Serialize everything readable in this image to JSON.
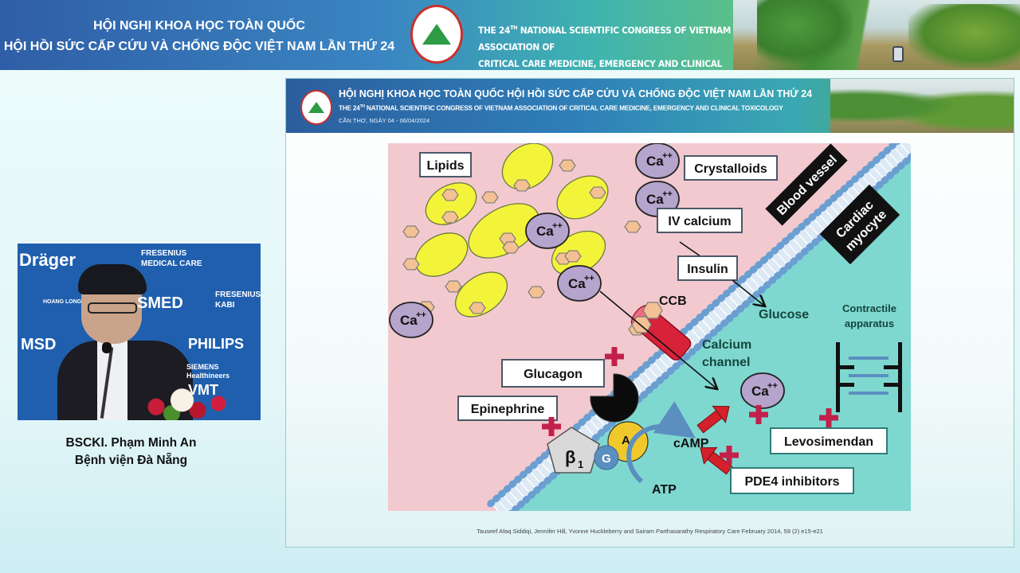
{
  "banner": {
    "vn_title_line1": "HỘI NGHỊ KHOA HỌC TOÀN QUỐC",
    "vn_title_line2": "HỘI HỒI SỨC CẤP CỨU VÀ CHỐNG ĐỘC VIỆT NAM LẦN THỨ 24",
    "en_title_line1_pre": "THE 24",
    "en_title_line1_sup": "TH",
    "en_title_line1_post": " NATIONAL SCIENTIFIC CONGRESS OF VIETNAM ASSOCIATION OF",
    "en_title_line2": "CRITICAL CARE MEDICINE, EMERGENCY AND CLINICAL TOXICOLOGY",
    "logo_icon": "association-logo-icon"
  },
  "speaker": {
    "name": "BSCKI. Phạm Minh An",
    "affiliation": "Bệnh viện Đà Nẵng",
    "backdrop_sponsors": [
      "Dräger",
      "FRESENIUS MEDICAL CARE",
      "HOANG LONG",
      "SMED",
      "FRESENIUS KABI",
      "MSD",
      "PHILIPS",
      "SIEMENS Healthineers",
      "VMT"
    ]
  },
  "slide": {
    "header_line1": "HỘI NGHỊ KHOA HỌC TOÀN QUỐC HỘI HỒI SỨC CẤP CỨU VÀ CHỐNG ĐỘC VIỆT NAM LẦN THỨ 24",
    "header_line2_pre": "THE 24",
    "header_line2_sup": "TH",
    "header_line2_post": " NATIONAL SCIENTIFIC CONGRESS OF VIETNAM ASSOCIATION OF CRITICAL CARE MEDICINE, EMERGENCY AND CLINICAL TOXICOLOGY",
    "header_line3": "CẦN THƠ, NGÀY 04 - 06/04/2024",
    "citation": "Tauseef Afaq Siddiqi, Jennifer Hill, Yvonne Huckleberry and Sairam Parthasarathy Respiratory Care February 2014, 59 (2) e15-e21",
    "diagram": {
      "labels": {
        "lipids": "Lipids",
        "crystalloids": "Crystalloids",
        "iv_calcium": "IV calcium",
        "insulin": "Insulin",
        "glucose": "Glucose",
        "ccb": "CCB",
        "calcium_channel_1": "Calcium",
        "calcium_channel_2": "channel",
        "blood_vessel": "Blood vessel",
        "cardiac_1": "Cardiac",
        "cardiac_2": "myocyte",
        "contractile_1": "Contractile",
        "contractile_2": "apparatus",
        "glucagon": "Glucagon",
        "epinephrine": "Epinephrine",
        "beta1": "β",
        "beta1_sub": "1",
        "g_protein": "G",
        "adenylate": "A",
        "camp": "cAMP",
        "atp": "ATP",
        "levosimendan": "Levosimendan",
        "pde4": "PDE4 inhibitors",
        "ca": "Ca",
        "ca_sup": "++"
      },
      "colors": {
        "blood": "#f2c9cf",
        "myocyte": "#7fd8d0",
        "lipid": "#f3f43a",
        "calcium": "#b5a4cc",
        "hexagon": "#f3c193",
        "membrane": "#6b9fd1",
        "channel": "#d8223a",
        "plus": "#c2204a",
        "arrow_red": "#d3202a"
      }
    }
  }
}
